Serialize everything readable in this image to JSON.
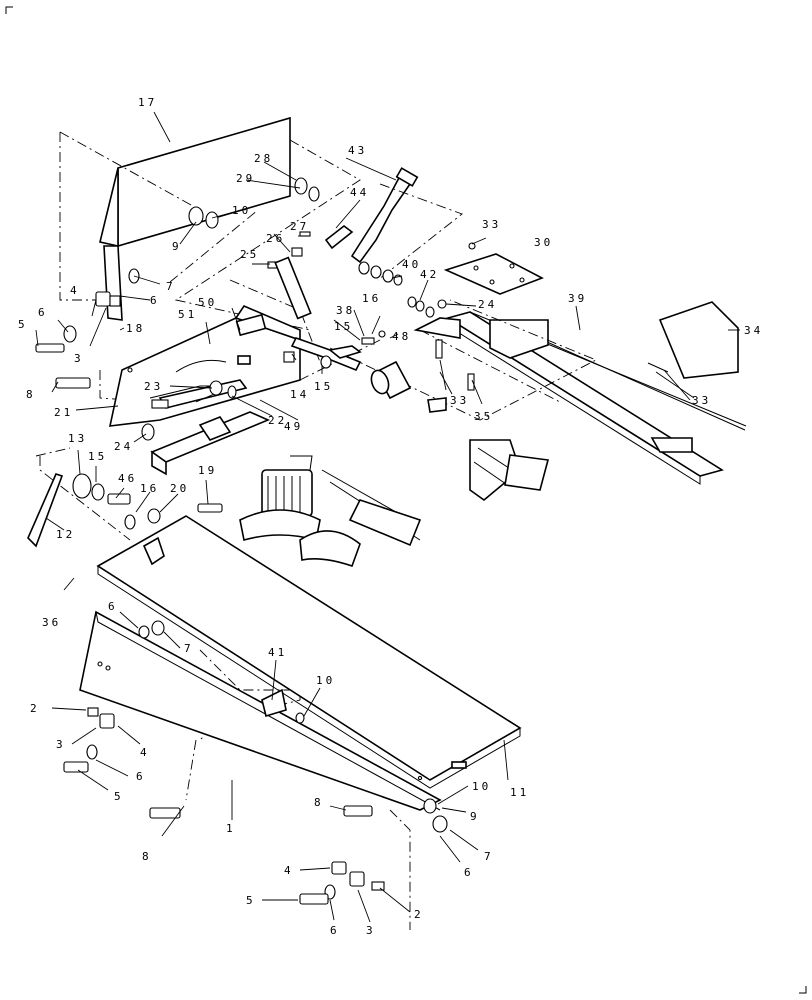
{
  "diagram": {
    "callouts": {
      "c1": "1",
      "c2a": "2",
      "c2b": "2",
      "c3a": "3",
      "c3b": "3",
      "c3c": "3",
      "c4a": "4",
      "c4b": "4",
      "c4c": "4",
      "c5a": "5",
      "c5b": "5",
      "c5c": "5",
      "c6a": "6",
      "c6b": "6",
      "c6c": "6",
      "c6d": "6",
      "c6e": "6",
      "c6f": "6",
      "c7a": "7",
      "c7b": "7",
      "c7c": "7",
      "c8a": "8",
      "c8b": "8",
      "c8c": "8",
      "c9a": "9",
      "c9b": "9",
      "c10a": "10",
      "c10b": "10",
      "c10c": "10",
      "c11": "11",
      "c12": "12",
      "c13": "13",
      "c14": "14",
      "c15a": "15",
      "c15b": "15",
      "c15c": "15",
      "c16a": "16",
      "c16b": "16",
      "c17": "17",
      "c18": "18",
      "c19": "19",
      "c20": "20",
      "c21": "21",
      "c22": "22",
      "c23": "23",
      "c24a": "24",
      "c24b": "24",
      "c25": "25",
      "c26": "26",
      "c27": "27",
      "c28": "28",
      "c29": "29",
      "c30": "30",
      "c33a": "33",
      "c33b": "33",
      "c33c": "33",
      "c34": "34",
      "c35": "35",
      "c36": "36",
      "c38": "38",
      "c39": "39",
      "c40": "40",
      "c41": "41",
      "c42": "42",
      "c43": "43",
      "c44": "44",
      "c46": "46",
      "c48": "48",
      "c49": "49",
      "c50": "50",
      "c51": "51"
    }
  }
}
